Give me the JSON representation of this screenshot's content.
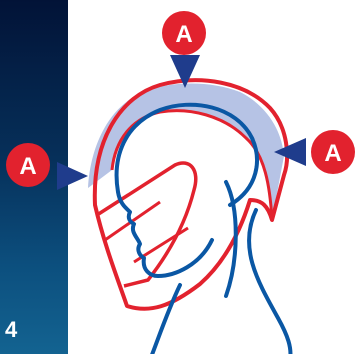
{
  "sidebar": {
    "page_number": "4"
  },
  "diagram": {
    "markers": [
      {
        "label": "A",
        "position": "top"
      },
      {
        "label": "A",
        "position": "left"
      },
      {
        "label": "A",
        "position": "right"
      }
    ],
    "colors": {
      "helmet_outline": "#e2222e",
      "padding_fill": "#b6c3e5",
      "head_outline": "#0a57a4",
      "arrow": "#1f3c8c",
      "marker_fill": "#e2222e",
      "marker_text": "#ffffff",
      "sidebar": "#021337"
    }
  }
}
